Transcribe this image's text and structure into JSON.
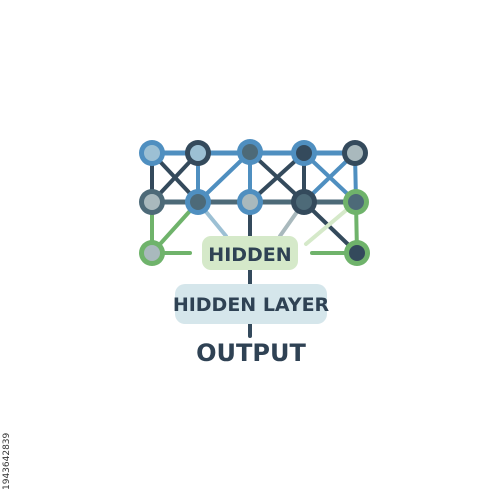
{
  "labels": {
    "hidden": "HIDDEN",
    "hidden_layer": "HIDDEN LAYER",
    "output": "OUTPUT"
  },
  "side_text": "1943642839",
  "colors": {
    "blue": "#4f8fc0",
    "dark": "#344a5c",
    "slate": "#4d6a78",
    "green": "#6fb36b",
    "pale_blue": "#9cc0d4",
    "pale_gray": "#a9b9bd",
    "label_green": "#d5e9c9",
    "label_blue": "#d5e6eb",
    "text": "#2f4254"
  },
  "nodes": [
    {
      "id": "r1a",
      "ring": "blue",
      "fill": "pale_blue"
    },
    {
      "id": "r1b",
      "ring": "dark",
      "fill": "pale_blue"
    },
    {
      "id": "r1c",
      "ring": "blue",
      "fill": "slate"
    },
    {
      "id": "r1d",
      "ring": "blue",
      "fill": "dark"
    },
    {
      "id": "r1e",
      "ring": "dark",
      "fill": "pale_gray"
    },
    {
      "id": "r2a",
      "ring": "slate",
      "fill": "pale_gray"
    },
    {
      "id": "r2b",
      "ring": "blue",
      "fill": "slate"
    },
    {
      "id": "r2c",
      "ring": "blue",
      "fill": "pale_gray"
    },
    {
      "id": "r2d",
      "ring": "dark",
      "fill": "slate"
    },
    {
      "id": "r2e",
      "ring": "green",
      "fill": "slate"
    },
    {
      "id": "r3a",
      "ring": "green",
      "fill": "pale_gray"
    },
    {
      "id": "r3e",
      "ring": "green",
      "fill": "dark"
    }
  ]
}
